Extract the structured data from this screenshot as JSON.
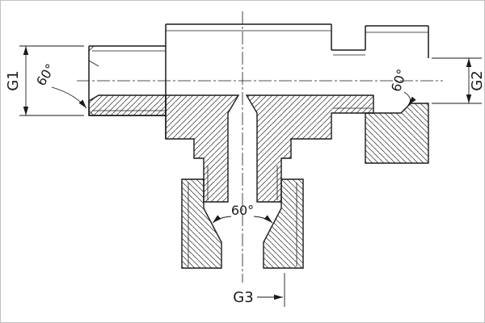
{
  "drawing": {
    "port_labels": {
      "left": "G1",
      "right": "G2",
      "bottom": "G3"
    },
    "angle_annotations": {
      "left": "60°",
      "right": "60°",
      "bottom": "60°"
    },
    "colors": {
      "line": "#1a1a1a",
      "hatch": "#2a2a2a",
      "background": "#ffffff",
      "border": "#c2c2c2"
    }
  }
}
